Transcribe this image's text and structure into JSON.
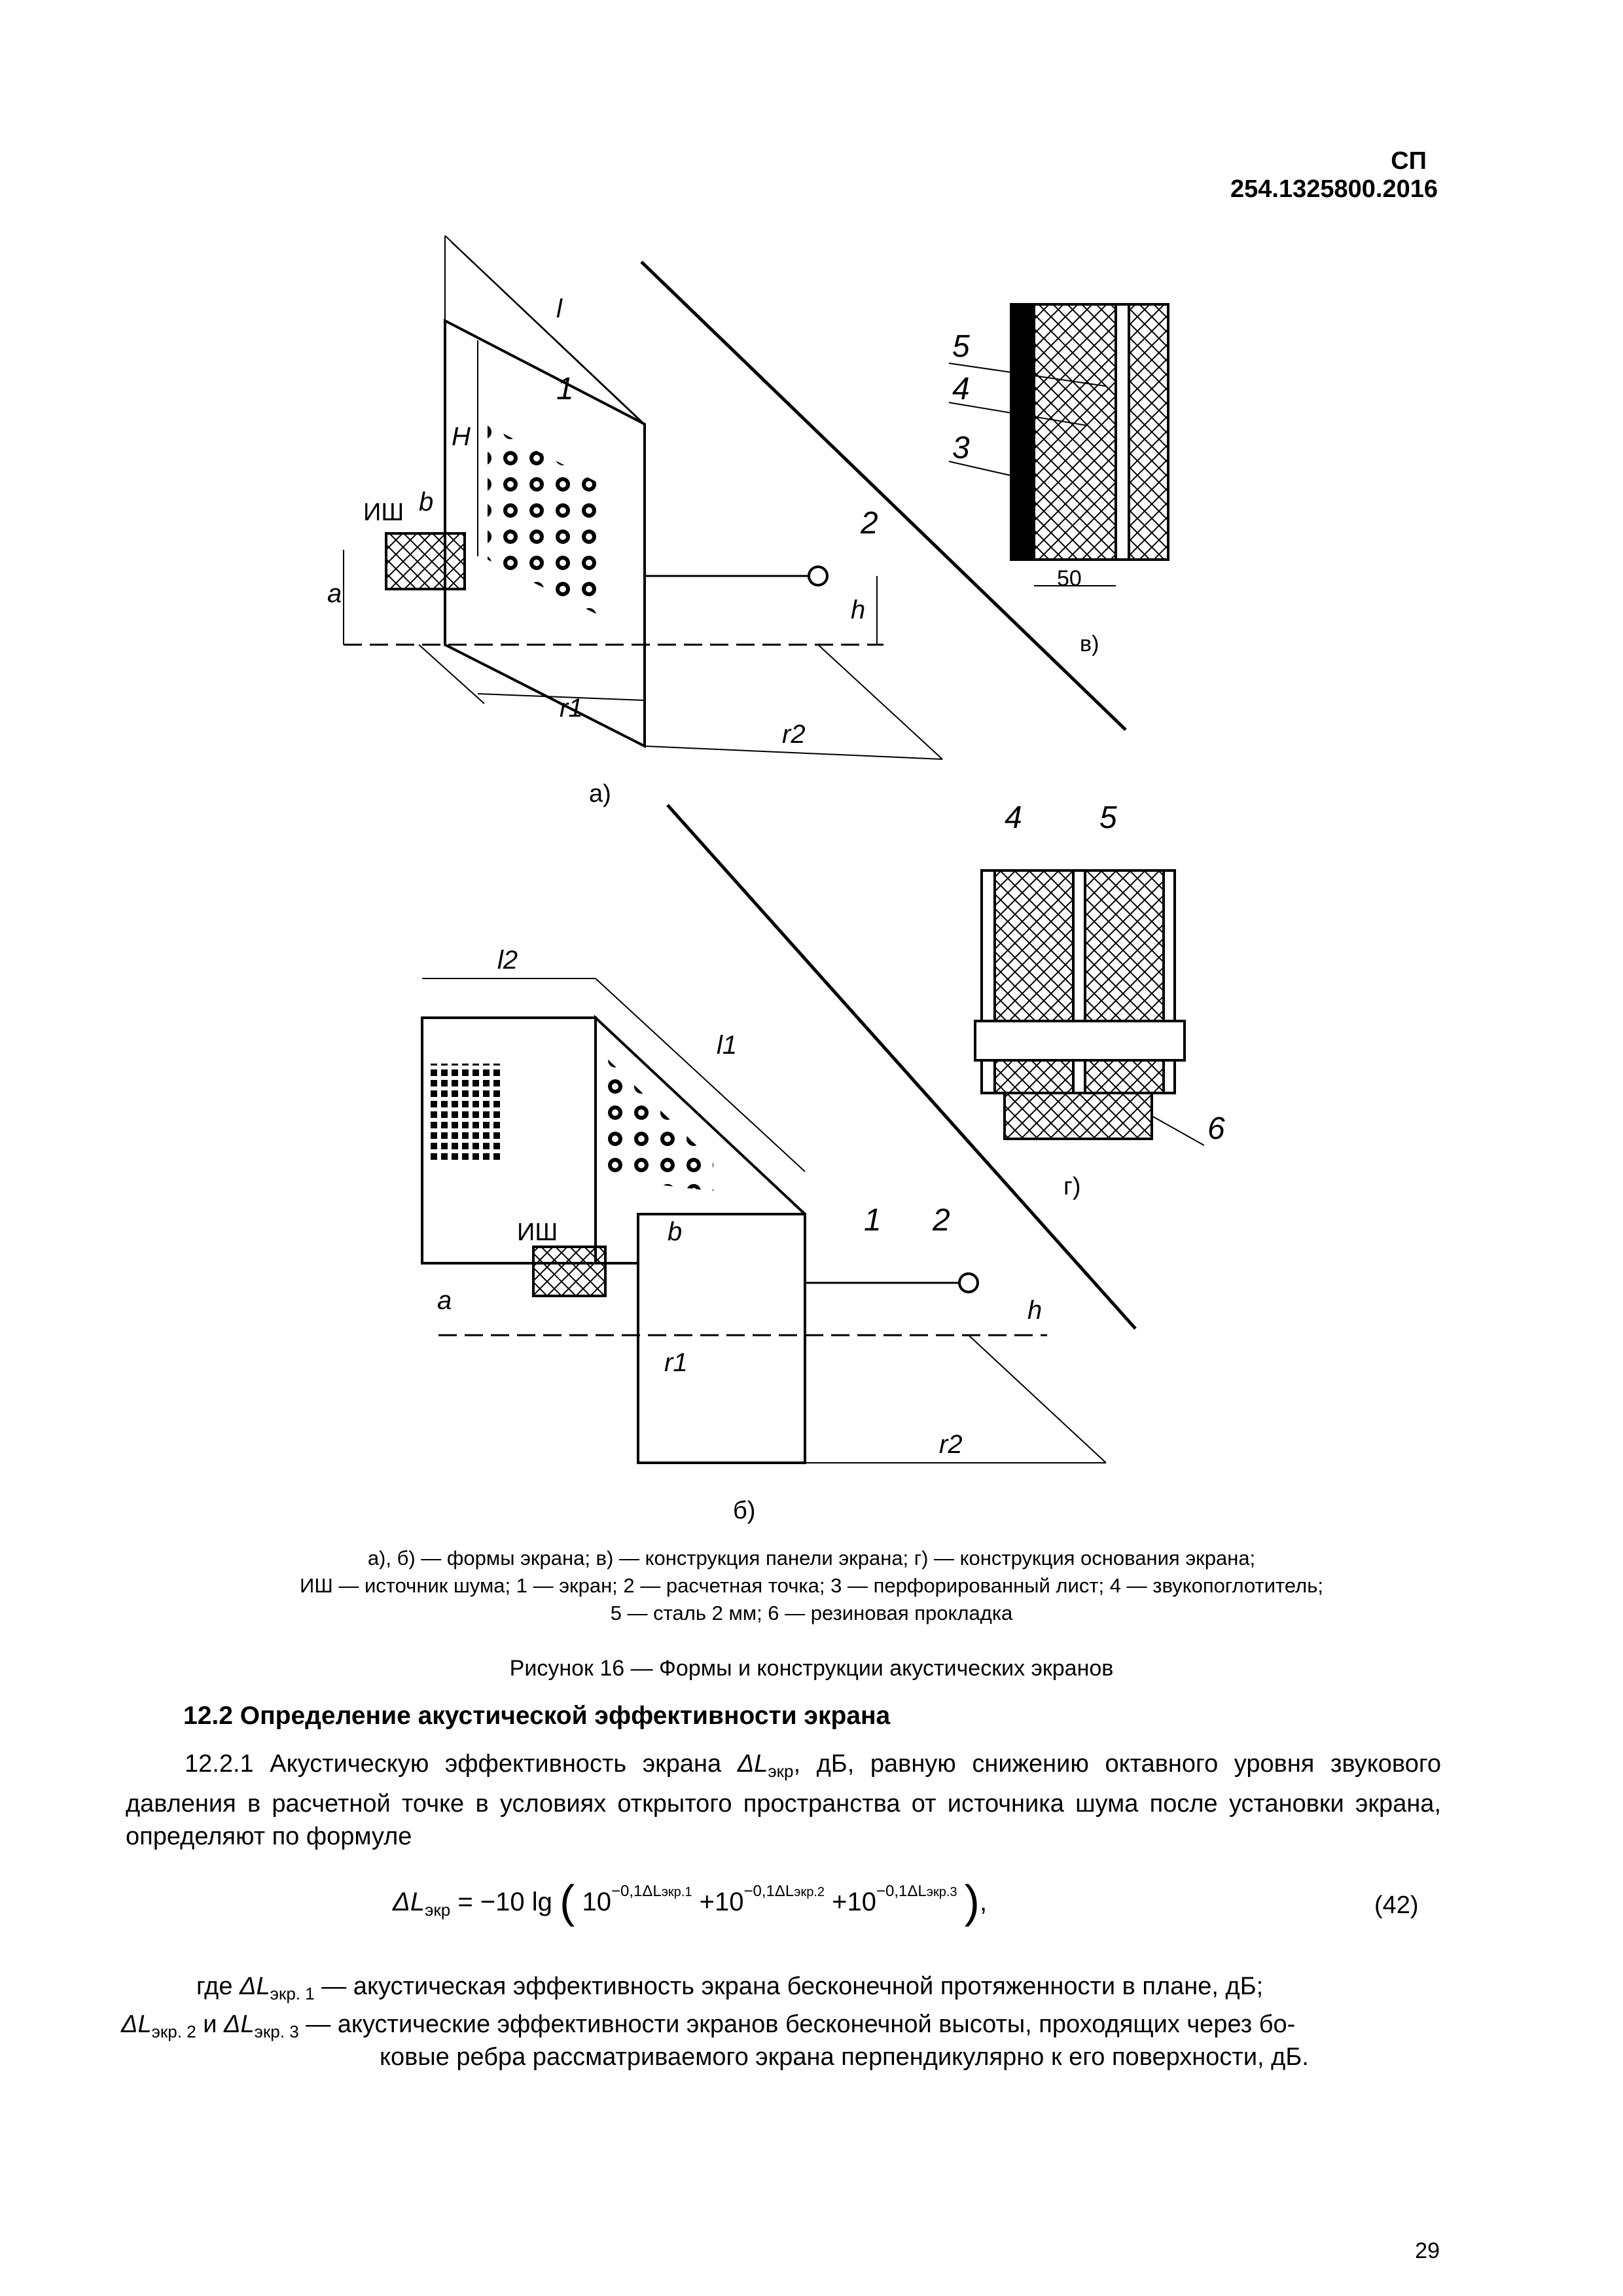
{
  "header": {
    "doc_code": "СП 254.1325800.2016"
  },
  "figure": {
    "labels": {
      "l": "l",
      "H": "H",
      "one": "1",
      "two": "2",
      "ish": "ИШ",
      "b": "b",
      "a": "a",
      "h": "h",
      "r1": "r1",
      "r2": "r2",
      "part_a": "а)",
      "part_b": "б)",
      "part_v": "в)",
      "part_g": "г)",
      "five": "5",
      "four": "4",
      "three": "3",
      "six": "6",
      "dim50": "50",
      "l1": "l1",
      "l2": "l2"
    },
    "legend_line1": "а), б) — формы экрана; в) — конструкция панели экрана; г) — конструкция основания экрана;",
    "legend_line2": "ИШ — источник шума; 1 — экран; 2 — расчетная точка; 3 — перфорированный лист; 4 — звукопоглотитель;",
    "legend_line3": "5 — сталь 2 мм; 6 — резиновая прокладка",
    "caption": "Рисунок 16 — Формы и конструкции акустических экранов"
  },
  "section": {
    "heading": "12.2 Определение акустической эффективности экрана",
    "para_start": "12.2.1 Акустическую эффективность экрана ",
    "para_sym": "ΔL",
    "para_sub": "экр",
    "para_rest": ", дБ, равную снижению октавного уровня звукового давления в расчетной точке в условиях открытого пространства от источника шума после установки экрана, определяют по формуле"
  },
  "formula": {
    "lhs": "ΔL",
    "lhs_sub": "экр",
    "eq": " = −10 lg",
    "t1_base": "10",
    "t1_exp": "−0,1ΔL",
    "t1_exp_sub": "экр.1",
    "t2_base": "10",
    "t2_exp": "−0,1ΔL",
    "t2_exp_sub": "экр.2",
    "t3_base": "10",
    "t3_exp": "−0,1ΔL",
    "t3_exp_sub": "экр.3",
    "number": "(42)"
  },
  "where": {
    "w1_prefix": "где ",
    "w1_sym": "ΔL",
    "w1_sub": "экр. 1",
    "w1_text": "— акустическая эффективность экрана бесконечной протяженности в плане, дБ;",
    "w2_sym_a": "ΔL",
    "w2_sub_a": "экр. 2",
    "w2_and": " и ",
    "w2_sym_b": "ΔL",
    "w2_sub_b": "экр. 3",
    "w2_text_line1": "— акустические эффективности экранов бесконечной высоты, проходящих через бо-",
    "w2_text_line2": "ковые ребра рассматриваемого экрана перпендикулярно к его поверхности, дБ."
  },
  "footer": {
    "page_number": "29"
  }
}
